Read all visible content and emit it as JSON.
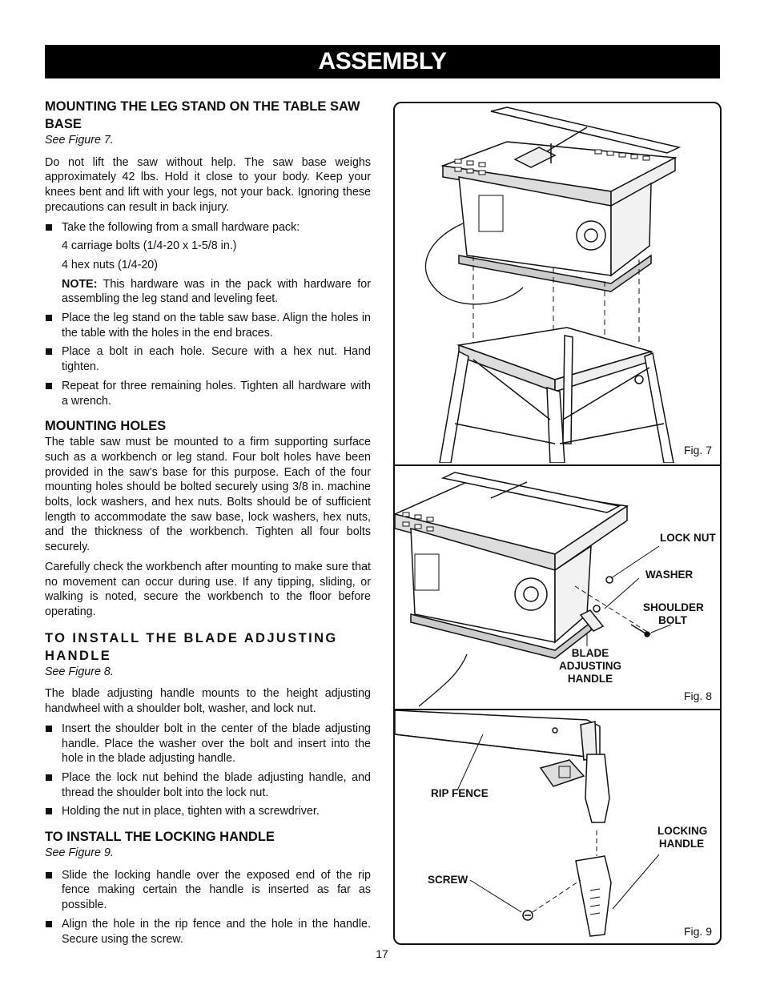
{
  "banner": "ASSEMBLY",
  "sec1": {
    "title": "MOUNTING THE LEG STAND ON THE TABLE SAW BASE",
    "ref": "See Figure 7.",
    "intro": "Do not lift the saw without help. The saw base weighs approximately 42 lbs. Hold it close to your body. Keep your knees bent and lift with your legs, not your back. Ignoring these precautions can result in back injury.",
    "b1": "Take the following from a small hardware pack:",
    "item1": "4 carriage bolts (1/4-20 x 1-5/8 in.)",
    "item2": "4 hex nuts (1/4-20)",
    "note_label": "NOTE:",
    "note": " This hardware was in the pack with hardware for assembling the leg stand and leveling feet.",
    "b2": "Place the leg stand on the table saw base. Align the holes in the table with the holes in the end braces.",
    "b3": "Place a bolt in each hole. Secure with a hex nut. Hand tighten.",
    "b4": "Repeat for three remaining holes. Tighten all hardware with a wrench."
  },
  "sec2": {
    "title": "MOUNTING HOLES",
    "p1": "The table saw must be mounted to a firm supporting surface such as a workbench or leg stand. Four bolt holes have been provided in the saw’s base for this purpose. Each of the four mounting holes should be bolted securely using 3/8 in. machine bolts, lock washers, and hex nuts. Bolts should be of sufficient length to accommodate the saw base, lock washers, hex nuts, and the thickness of the workbench. Tighten all four bolts securely.",
    "p2": "Carefully check the workbench after mounting to make sure that no movement can occur during use. If any tipping, sliding, or walking is noted, secure the workbench to the floor before operating."
  },
  "sec3": {
    "title": "TO INSTALL THE BLADE ADJUSTING HANDLE",
    "ref": "See Figure 8.",
    "intro": "The blade adjusting handle mounts to the height adjusting handwheel with a shoulder bolt, washer, and lock nut.",
    "b1": "Insert the shoulder bolt in the center of the blade adjusting handle. Place the washer over the bolt and insert into the hole in the blade adjusting handle.",
    "b2": "Place the lock nut behind the blade adjusting handle, and thread the shoulder bolt into the lock nut.",
    "b3": "Holding the nut in place, tighten with a screwdriver."
  },
  "sec4": {
    "title": "TO INSTALL THE LOCKING HANDLE",
    "ref": "See Figure 9.",
    "b1": "Slide the locking handle over the exposed end of the rip fence making certain the handle is inserted as far as possible.",
    "b2": "Align the hole in the rip fence and the hole in the handle. Secure using the screw."
  },
  "fig7": {
    "label": "Fig. 7"
  },
  "fig8": {
    "label": "Fig. 8",
    "lock_nut": "LOCK NUT",
    "washer": "WASHER",
    "shoulder_bolt_1": "SHOULDER",
    "shoulder_bolt_2": "BOLT",
    "blade_1": "BLADE",
    "blade_2": "ADJUSTING",
    "blade_3": "HANDLE"
  },
  "fig9": {
    "label": "Fig. 9",
    "rip_fence": "RIP FENCE",
    "locking_1": "LOCKING",
    "locking_2": "HANDLE",
    "screw": "SCREW"
  },
  "page_number": "17"
}
